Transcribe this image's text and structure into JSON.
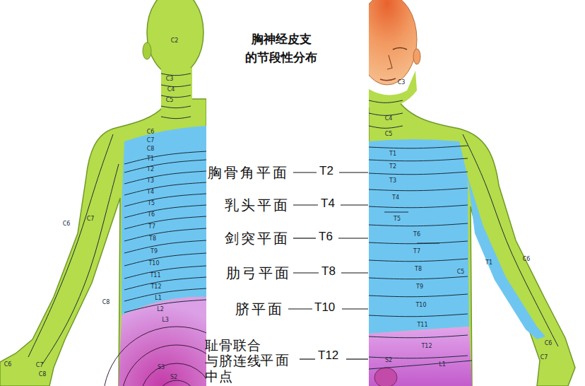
{
  "diagram": {
    "title": "胸神经皮支 的节段性分布",
    "labels": [
      "胸骨角平面",
      "T2",
      "乳头平面",
      "T4",
      "剑突平面",
      "T6",
      "肋弓平面",
      "T8",
      "脐平面",
      "T10",
      "耻骨联合 与脐连线 中点",
      "平面",
      "T12",
      "C2",
      "C3",
      "C4",
      "C5",
      "C6",
      "C7",
      "C8",
      "T1",
      "T2",
      "T3",
      "T4",
      "T5",
      "T6",
      "T7",
      "T8",
      "T9",
      "T10",
      "T11",
      "T12",
      "L1",
      "L2",
      "L3",
      "S3",
      "S2",
      "C6",
      "C7",
      "C8",
      "C6",
      "C7",
      "C8",
      "C3",
      "C4",
      "C5",
      "T1",
      "T2",
      "T3",
      "T4",
      "T5",
      "T6",
      "T7",
      "T8",
      "T9",
      "T10",
      "T11",
      "T12",
      "L1",
      "S2",
      "C5",
      "C6",
      "T1",
      "C6",
      "C7"
    ]
  }
}
